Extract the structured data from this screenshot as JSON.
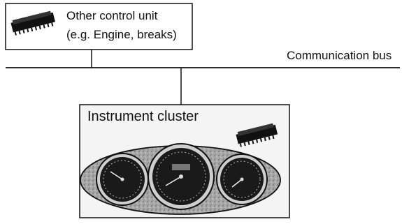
{
  "other_unit": {
    "line1": "Other control unit",
    "line2": "(e.g. Engine, breaks)",
    "icon": "microchip-icon"
  },
  "bus": {
    "label": "Communication bus"
  },
  "cluster": {
    "label": "Instrument cluster",
    "icon": "microchip-icon",
    "gauges": [
      "left-dial",
      "speedometer",
      "right-dial"
    ]
  },
  "colors": {
    "line": "#111111",
    "panel_fill": "#f4f4f4",
    "oval_fill": "#9a9a9a",
    "dial_face": "#1a1a1a"
  }
}
